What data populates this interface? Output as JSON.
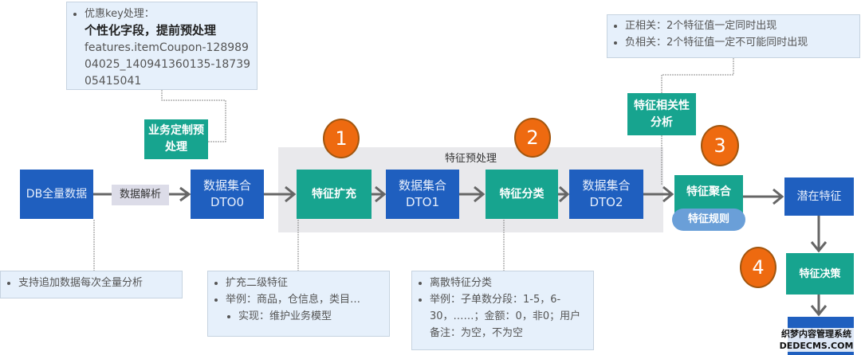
{
  "notes": {
    "coupon": {
      "prefix": "优惠key处理：",
      "bold": "个性化字段，提前预处理",
      "detail": "features.itemCoupon-12898904025_140941360135-1873905415041"
    },
    "correlation": [
      "正相关：2个特征值一定同时出现",
      "负相关：2个特征值一定不可能同时出现"
    ],
    "db": [
      "支持追加数据每次全量分析"
    ],
    "expand": [
      "扩充二级特征",
      "举例：商品，仓信息，类目…",
      "实现：维护业务模型"
    ],
    "classify": [
      "离散特征分类",
      "举例：子单数分段：1-5，6-30，……；金额：0，非0；用户备注：为空，不为空"
    ]
  },
  "nodes": {
    "db": "DB全量数据",
    "parse": "数据解析",
    "custom": "业务定制预处理",
    "dto0": [
      "数据集合",
      "DTO0"
    ],
    "dto1": [
      "数据集合",
      "DTO1"
    ],
    "dto2": [
      "数据集合",
      "DTO2"
    ],
    "expand": "特征扩充",
    "classify": "特征分类",
    "aggregate": "特征聚合",
    "rule": "特征规则",
    "correlation": "特征相关性分析",
    "latent": "潜在特征",
    "decision": "特征决策"
  },
  "panel_title": "特征预处理",
  "steps": [
    "1",
    "2",
    "3",
    "4"
  ],
  "watermark": [
    "织梦内容管理系统",
    "DEDECMS.COM"
  ],
  "colors": {
    "blue": "#1f5fbf",
    "teal": "#17a48f",
    "orange": "#ee6a10",
    "note": "#e6f0fb",
    "rule": "#6a9fd8"
  }
}
